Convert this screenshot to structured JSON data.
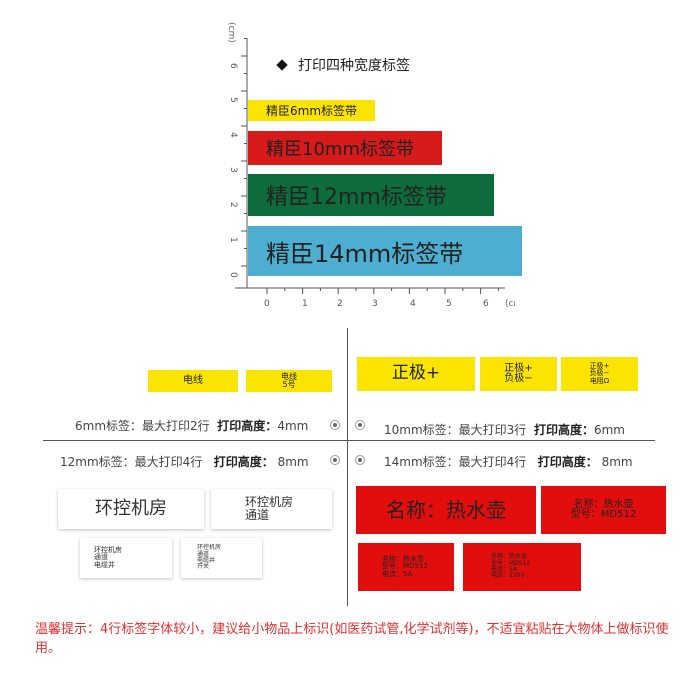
{
  "ruler": {
    "unit": "(cm)",
    "y_ticks": [
      "6",
      "5",
      "4",
      "3",
      "2",
      "1",
      "0"
    ],
    "x_ticks": [
      "0",
      "1",
      "2",
      "3",
      "4",
      "5",
      "6"
    ]
  },
  "title": "打印四种宽度标签",
  "tapes": [
    {
      "text": "精臣6mm标签带",
      "color": "#fbe400"
    },
    {
      "text": "精臣10mm标签带",
      "color": "#d71a1a"
    },
    {
      "text": "精臣12mm标签带",
      "color": "#0e6b3b"
    },
    {
      "text": "精臣14mm标签带",
      "color": "#4eaed1"
    }
  ],
  "samples": {
    "y6_a": "电线",
    "y6_b": "电线\n5号",
    "y10_a": "正极+",
    "y10_b": "正极+\n负极−",
    "y10_c": "正极+\n负极−\n电阻Ω",
    "w12_a": "环控机房",
    "w12_b": "环控机房\n通道",
    "w12_c": "环控机房\n通道\n电缆井",
    "w12_d": "环控机房\n通道\n电缆井\n开关",
    "r14_a": "名称：热水壶",
    "r14_b": "名称：热水壶\n型号：MD512",
    "r14_c": "名称：热水壶\n型号：MD512\n电流：5A",
    "r14_d": "名称：热水壶\n型号：MD512\n电流：5A\n电压：220V"
  },
  "specs": {
    "s6": {
      "name": "6mm标签：",
      "max": "最大打印2行",
      "height_label": "打印高度：",
      "height": "4mm"
    },
    "s10": {
      "name": "10mm标签：",
      "max": "最大打印3行",
      "height_label": "打印高度：",
      "height": "6mm"
    },
    "s12": {
      "name": "12mm标签：",
      "max": "最大打印4行",
      "height_label": "打印高度：",
      "height": "8mm"
    },
    "s14": {
      "name": "14mm标签：",
      "max": "最大打印4行",
      "height_label": "打印高度：",
      "height": "8mm"
    }
  },
  "tip": "温馨提示：4行标签字体较小，建议给小物品上标识(如医药试管,化学试剂等)，不适宜粘贴在大物体上做标识使用。",
  "colors": {
    "accent_red": "#e03030",
    "tape_yellow": "#fbe400",
    "tape_red": "#e20d0d"
  }
}
